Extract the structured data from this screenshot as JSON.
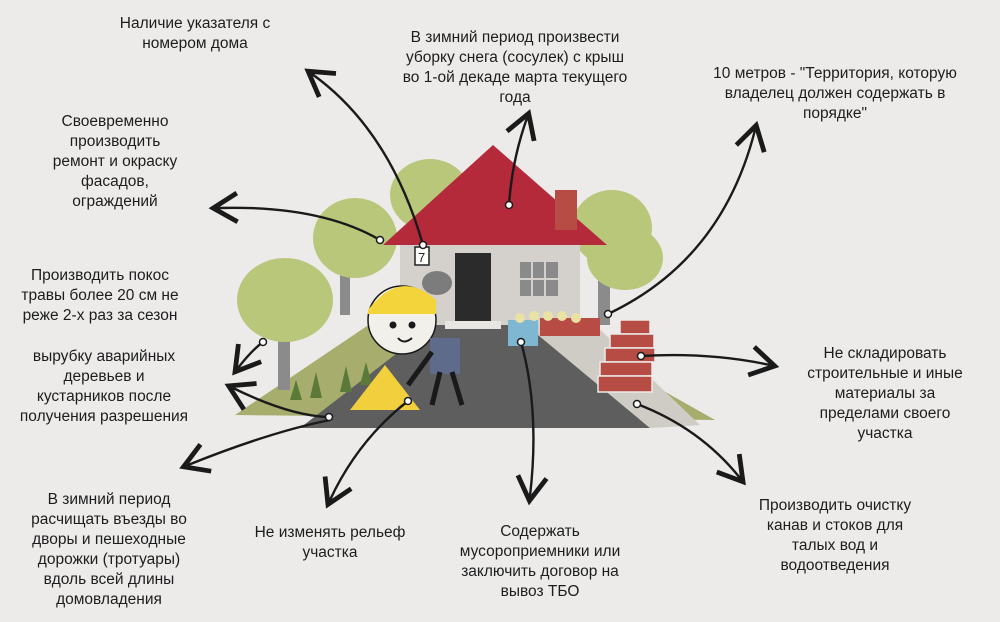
{
  "captions": {
    "house_number": "Наличие указателя с\nномером дома",
    "snow_removal": "В зимний период произвести\nуборку снега (сосулек) с крыш\nво 1-ой декаде марта текущего\nгода",
    "territory": "10 метров - \"Территория, которую\nвладелец должен содержать в\nпорядке\"",
    "facade_repair": "Своевременно\nпроизводить\nремонт и окраску\nфасадов,\nограждений",
    "grass_mowing": "Производить покос\nтравы более 20 см не\nреже 2-х раз за сезон",
    "tree_cutting": "вырубку аварийных\nдеревьев и\nкустарников после\nполучения разрешения",
    "materials": "Не складировать\nстроительные и иные\nматериалы за\nпределами своего\nучастка",
    "winter_clearing": "В зимний период\nрасчищать въезды во\nдворы и пешеходные\nдорожки (тротуары)\nвдоль всей длины\nдомовладения",
    "relief": "Не изменять рельеф\nучастка",
    "waste_bins": "Содержать\nмусороприемники или\nзаключить договор на\nвывоз ТБО",
    "ditch_cleaning": "Производить очистку\nканав и стоков для\nталых вод и\nводоотведения"
  },
  "house_number_plate": "7",
  "colors": {
    "roof": "#b52a3a",
    "wall": "#d4d1cd",
    "tree_foliage": "#b8c77a",
    "tree_trunk": "#8b8b8b",
    "ground": "#9fa567",
    "road": "#5e5e5e",
    "bricks": "#b74c44",
    "helmet": "#f3d43a",
    "arrow": "#1a1a1a"
  }
}
